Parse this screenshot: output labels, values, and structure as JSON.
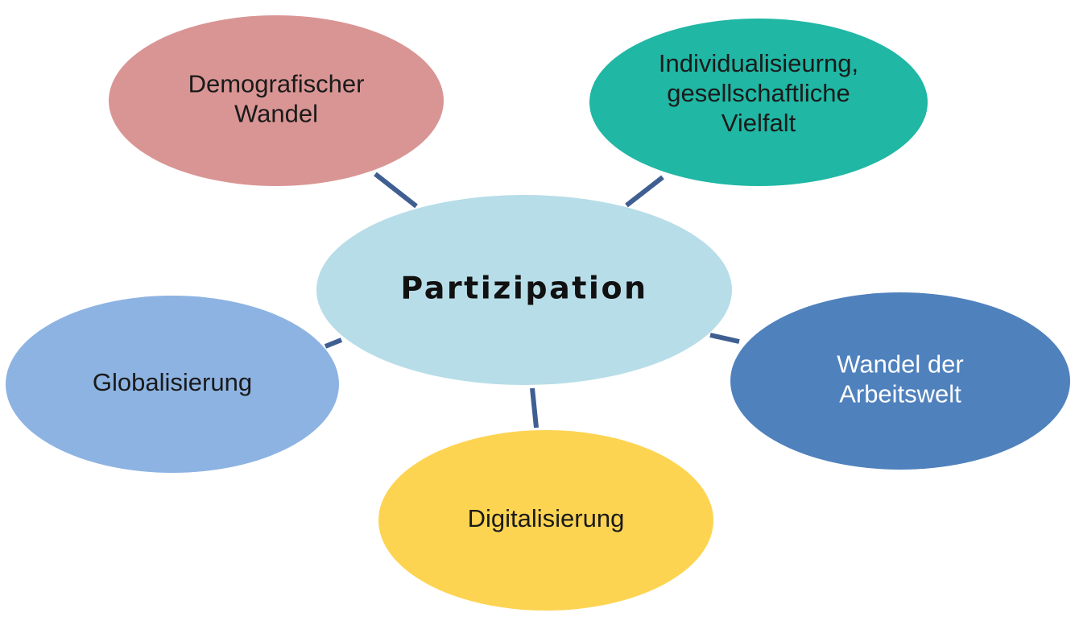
{
  "colors": {
    "connector": "#3f5f93",
    "center_fill": "#b7dde8",
    "center_text": "#111111",
    "demografie_fill": "#d99594",
    "individualisierung_fill": "#20b7a4",
    "globalisierung_fill": "#8db3e2",
    "arbeitswelt_fill": "#4f81bd",
    "digitalisierung_fill": "#fdd452"
  },
  "center": {
    "label": "Partizipation"
  },
  "nodes": {
    "demografie": {
      "lines": [
        "Demografischer",
        "Wandel"
      ],
      "text_color": "#1a1a1a"
    },
    "individualisierung": {
      "lines": [
        "Individualisieurng,",
        "gesellschaftliche",
        "Vielfalt"
      ],
      "text_color": "#1a1a1a"
    },
    "globalisierung": {
      "lines": [
        "Globalisierung"
      ],
      "text_color": "#1a1a1a"
    },
    "arbeitswelt": {
      "lines": [
        "Wandel der",
        "Arbeitswelt"
      ],
      "text_color": "#ffffff"
    },
    "digitalisierung": {
      "lines": [
        "Digitalisierung"
      ],
      "text_color": "#1a1a1a"
    }
  }
}
